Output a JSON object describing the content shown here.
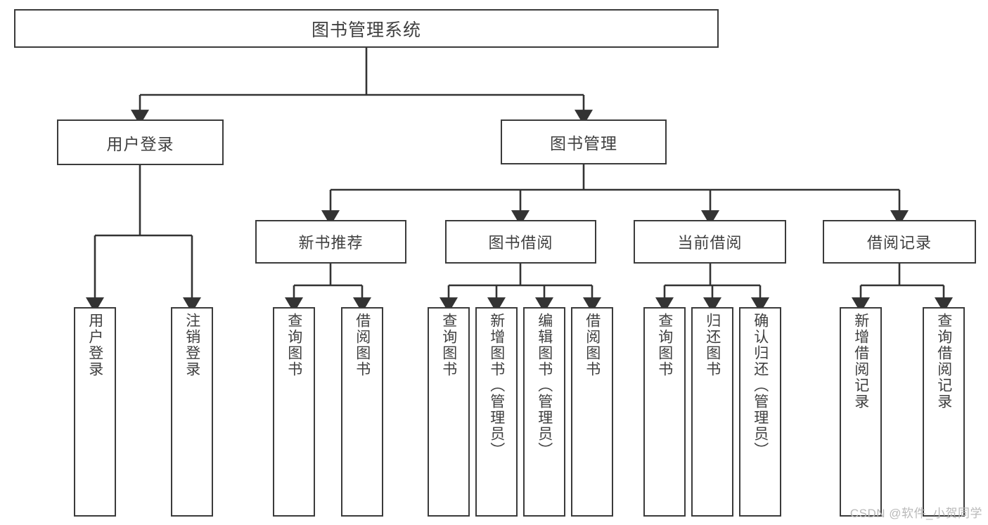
{
  "diagram": {
    "title": "图书管理系统",
    "type": "tree-hierarchy-chart",
    "watermark": "CSDN @软件_小贺同学",
    "colors": {
      "box_border": "#3b3b3b",
      "box_fill": "#ffffff",
      "connector": "#333333",
      "text": "#3f3f3f",
      "watermark": "#b9b9b9",
      "background": "#ffffff"
    },
    "root": {
      "label": "图书管理系统"
    },
    "level2": [
      {
        "label": "用户登录"
      },
      {
        "label": "图书管理"
      }
    ],
    "level3": [
      {
        "label": "新书推荐"
      },
      {
        "label": "图书借阅"
      },
      {
        "label": "当前借阅"
      },
      {
        "label": "借阅记录"
      }
    ],
    "leaves": {
      "user_login": [
        {
          "label": "用户登录"
        },
        {
          "label": "注销登录"
        }
      ],
      "new_book_recommend": [
        {
          "label": "查询图书"
        },
        {
          "label": "借阅图书"
        }
      ],
      "book_borrow": [
        {
          "label": "查询图书"
        },
        {
          "label": "新增图书（管理员）"
        },
        {
          "label": "编辑图书（管理员）"
        },
        {
          "label": "借阅图书"
        }
      ],
      "current_borrow": [
        {
          "label": "查询图书"
        },
        {
          "label": "归还图书"
        },
        {
          "label": "确认归还（管理员）"
        }
      ],
      "borrow_record": [
        {
          "label": "新增借阅记录"
        },
        {
          "label": "查询借阅记录"
        }
      ]
    }
  }
}
